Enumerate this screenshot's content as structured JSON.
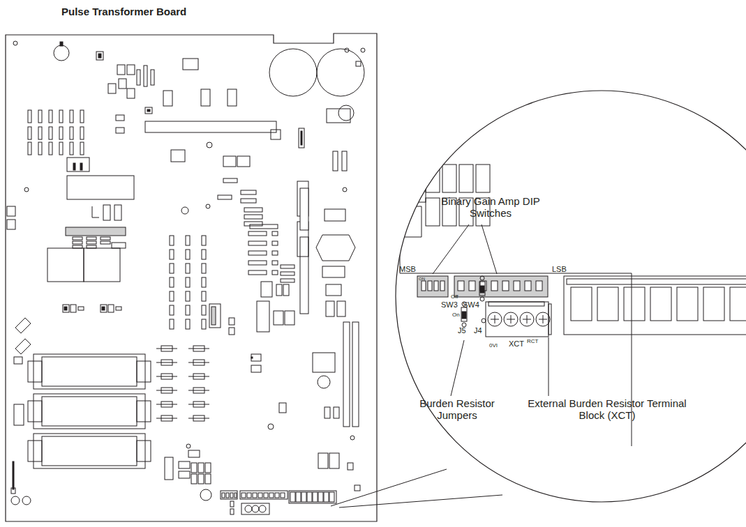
{
  "diagram": {
    "title": "Pulse Transformer Board",
    "labels": [
      "Binary Gain Amp DIP Switches",
      "MSB",
      "LSB",
      "ON",
      "Off",
      "On",
      "SW3",
      "SW4",
      "J5",
      "J4",
      "0VI",
      "XCT",
      "RCT",
      "Burden Resistor Jumpers",
      "External Burden Resistor Terminal Block (XCT)"
    ]
  }
}
